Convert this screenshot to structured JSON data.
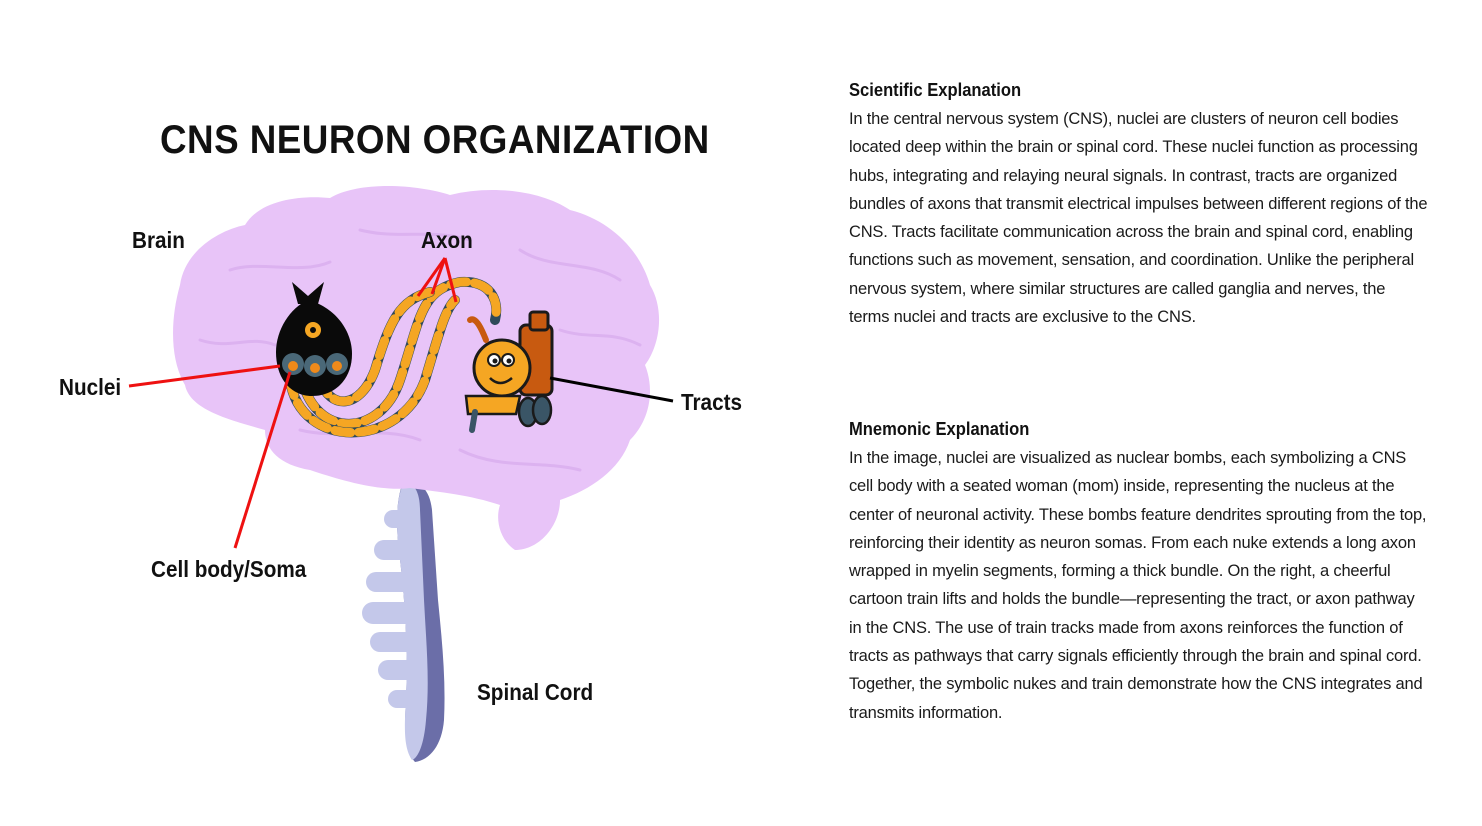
{
  "title": "CNS NEURON ORGANIZATION",
  "diagram": {
    "labels": {
      "brain": "Brain",
      "axon": "Axon",
      "nuclei": "Nuclei",
      "tracts": "Tracts",
      "cell_body": "Cell body/Soma",
      "spinal_cord": "Spinal Cord"
    },
    "colors": {
      "brain_fill": "#e8c4f8",
      "brain_vein": "#dcb2f0",
      "spine_dark": "#6b6ea8",
      "spine_light": "#c4c8ea",
      "myelin": "#f5a623",
      "axon_core": "#2f4a5a",
      "bomb": "#0a0a0a",
      "train_body": "#c85a10",
      "train_face": "#f5a623",
      "pointer_red": "#ee1111",
      "pointer_black": "#000000"
    }
  },
  "scientific": {
    "heading": "Scientific Explanation",
    "body": "In the central nervous system (CNS), nuclei are clusters of neuron cell bodies located deep within the brain or spinal cord. These nuclei function as processing hubs, integrating and relaying neural signals. In contrast, tracts are organized bundles of axons that transmit electrical impulses between different regions of the CNS. Tracts facilitate communication across the brain and spinal cord, enabling functions such as movement, sensation, and coordination. Unlike the peripheral nervous system, where similar structures are called ganglia and nerves, the terms nuclei and tracts are exclusive to the CNS."
  },
  "mnemonic": {
    "heading": "Mnemonic Explanation",
    "body": "In the image, nuclei are visualized as nuclear bombs, each symbolizing a CNS cell body with a seated woman (mom) inside, representing the nucleus at the center of neuronal activity. These bombs feature dendrites sprouting from the top, reinforcing their identity as neuron somas. From each nuke extends a long axon wrapped in myelin segments, forming a thick bundle. On the right, a cheerful cartoon train lifts and holds the bundle—representing the tract, or axon pathway in the CNS. The use of train tracks made from axons reinforces the function of tracts as pathways that carry signals efficiently through the brain and spinal cord. Together, the symbolic nukes and train demonstrate how the CNS integrates and transmits information."
  }
}
